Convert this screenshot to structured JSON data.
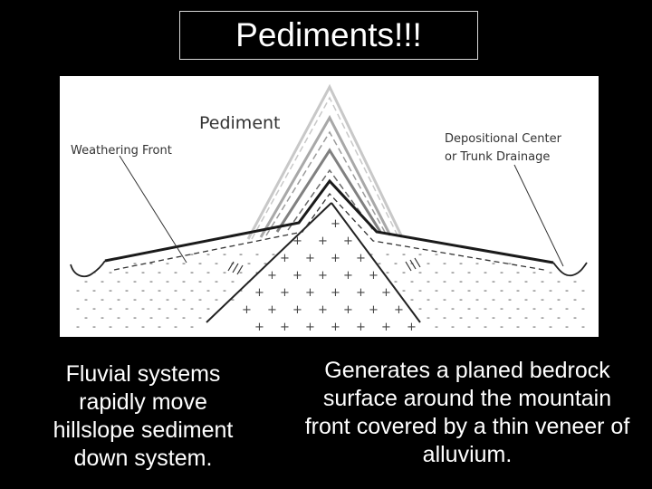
{
  "slide": {
    "title": "Pediments!!!",
    "caption_left": "Fluvial systems rapidly move hillslope sediment down system.",
    "caption_right": "Generates a planed bedrock surface around the mountain front covered by a thin veneer of alluvium."
  },
  "diagram": {
    "labels": {
      "pediment": "Pediment",
      "weathering_front": "Weathering Front",
      "depositional_center_line1": "Depositional Center",
      "depositional_center_line2": "or Trunk Drainage"
    },
    "symbols": {
      "plus": "+",
      "minus": "-"
    },
    "colors": {
      "background": "#000000",
      "frame": "#ffffff",
      "profile_stages": [
        "#c8c8c8",
        "#a8a8a8",
        "#808080",
        "#1a1a1a"
      ]
    }
  }
}
